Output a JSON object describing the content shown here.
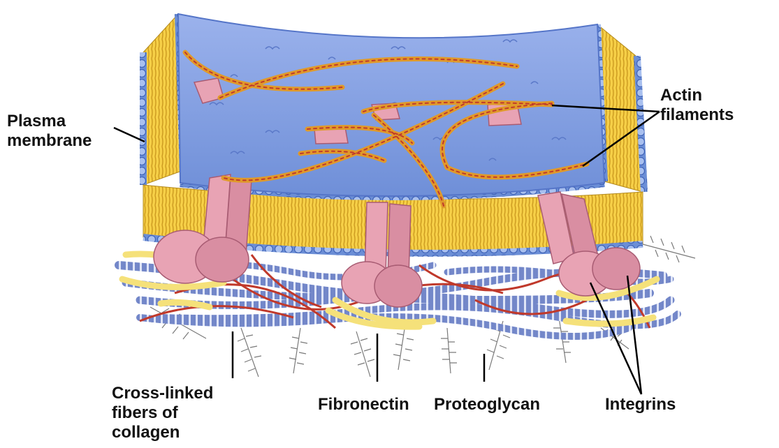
{
  "labels": {
    "plasma_membrane": [
      "Plasma",
      "membrane"
    ],
    "actin_filaments": [
      "Actin",
      "filaments"
    ],
    "collagen": [
      "Cross-linked",
      "fibers of",
      "collagen"
    ],
    "fibronectin": "Fibronectin",
    "proteoglycan": "Proteoglycan",
    "integrins": "Integrins"
  },
  "colors": {
    "membrane_blue": "#8fa8e6",
    "membrane_blue_dark": "#5d7fd0",
    "lipid_yellow": "#f2c63a",
    "actin_orange": "#e09a2a",
    "actin_red": "#c0392b",
    "integrin_pink": "#e8a3b4",
    "collagen_blue": "#6f82c4",
    "fibronectin_yellow": "#f5e17a",
    "proteoglycan_gray": "#8a8a8a",
    "leader_line": "#000000"
  }
}
